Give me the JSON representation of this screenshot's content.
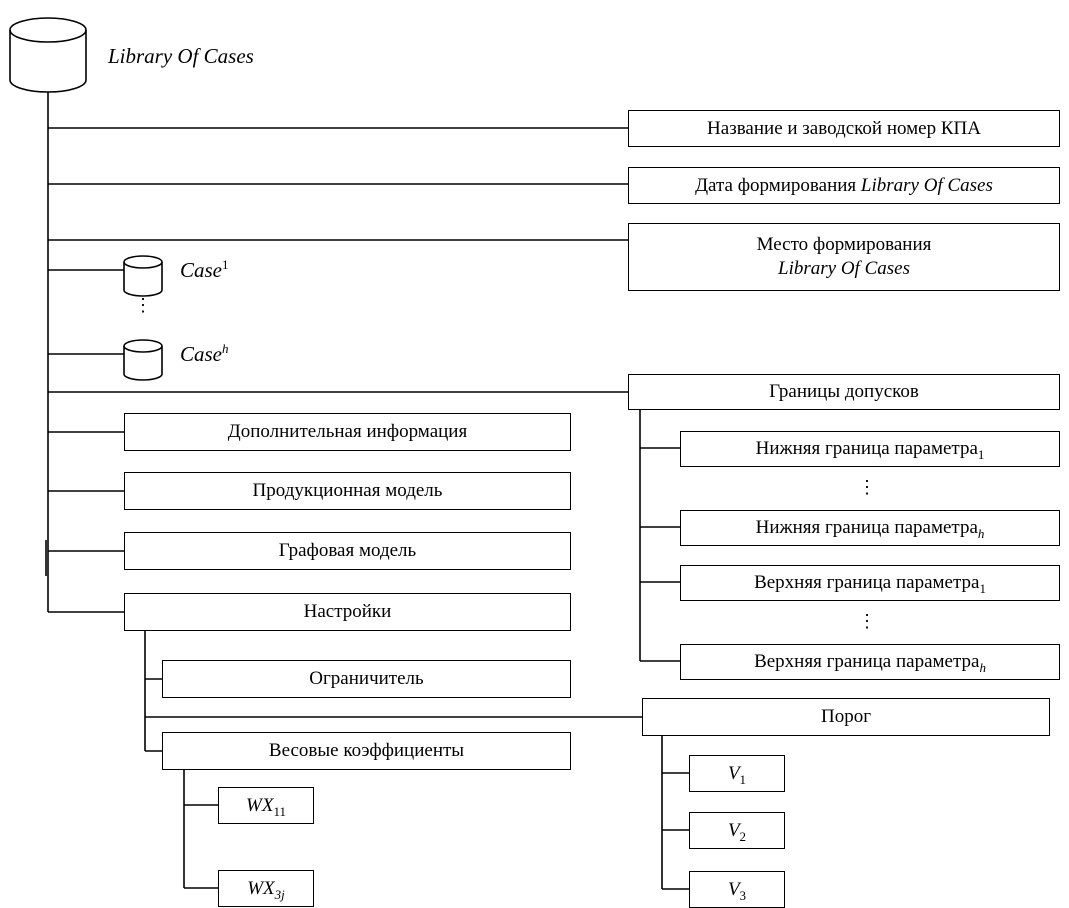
{
  "library": {
    "title": "Library Of Cases"
  },
  "kpa_name": "Название и заводской номер КПА",
  "formation_date": {
    "prefix": "Дата формирования ",
    "italic": "Library Of Cases"
  },
  "formation_place": {
    "line1": "Место формирования",
    "line2": "Library Of Cases"
  },
  "cases": [
    {
      "base": "Case",
      "sup": "1"
    },
    {
      "base": "Case",
      "sup": "h"
    }
  ],
  "tolerance_bounds": {
    "title": "Границы допусков",
    "items": [
      {
        "base": "Нижняя граница параметра",
        "sub": "1"
      },
      {
        "base": "Нижняя граница параметра",
        "sub": "h"
      },
      {
        "base": "Верхняя граница параметра",
        "sub": "1"
      },
      {
        "base": "Верхняя граница параметра",
        "sub": "h"
      }
    ]
  },
  "additional_info": "Дополнительная информация",
  "production_model": "Продукционная модель",
  "graph_model": "Графовая модель",
  "settings": {
    "title": "Настройки",
    "limiter": "Ограничитель",
    "weights": {
      "title": "Весовые коэффициенты",
      "items": [
        {
          "base": "WX",
          "sub": "11"
        },
        {
          "base": "WX",
          "sub": "3j"
        }
      ]
    },
    "threshold": {
      "title": "Порог",
      "items": [
        {
          "base": "V",
          "sub": "1"
        },
        {
          "base": "V",
          "sub": "2"
        },
        {
          "base": "V",
          "sub": "3"
        }
      ]
    }
  },
  "ellipsis_glyph": "⋮"
}
